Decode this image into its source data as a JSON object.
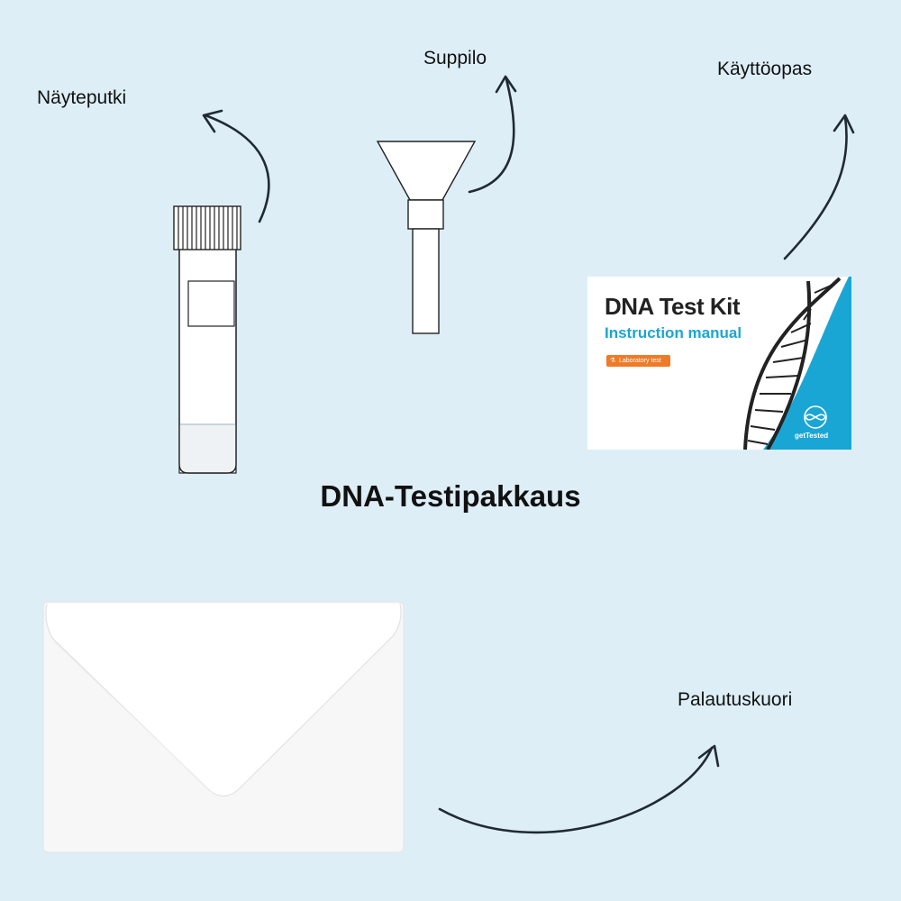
{
  "title": "DNA-Testipakkaus",
  "labels": {
    "tube": "Näyteputki",
    "funnel": "Suppilo",
    "manual": "Käyttöopas",
    "envelope": "Palautuskuori"
  },
  "card": {
    "title": "DNA Test Kit",
    "subtitle": "Instruction manual",
    "badge": "Laboratory test",
    "logo": "getTested"
  },
  "colors": {
    "background": "#ddeef6",
    "card_accent": "#1aa6d4",
    "badge": "#ee7b27"
  },
  "icons": [
    "arrow-icon",
    "dna-helix-icon",
    "flask-icon"
  ]
}
